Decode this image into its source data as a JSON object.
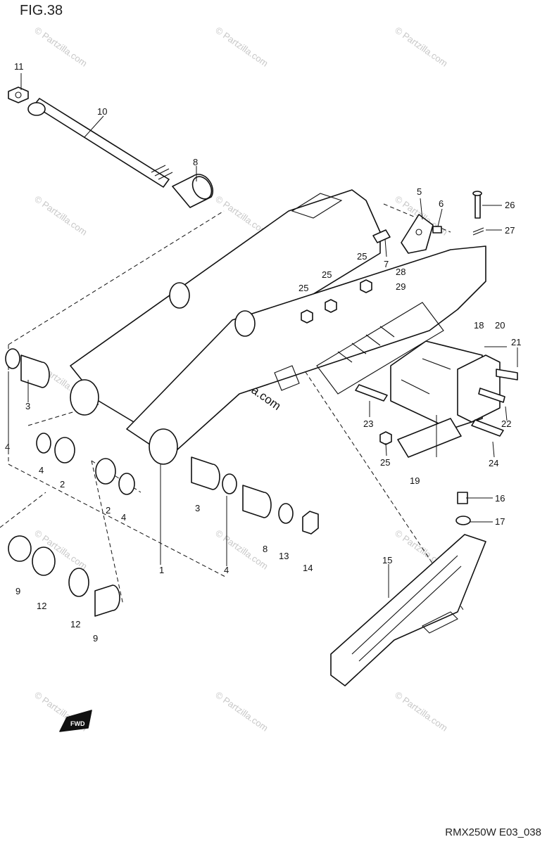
{
  "figure": {
    "title": "FIG.38",
    "drawing_code": "RMX250W E03_038"
  },
  "watermark": {
    "text": "© Partzilla.com",
    "center_text": "© Partzilla.com"
  },
  "badge": {
    "text": "FWD"
  },
  "callouts": [
    {
      "id": "c-1",
      "label": "1"
    },
    {
      "id": "c-2a",
      "label": "2"
    },
    {
      "id": "c-2b",
      "label": "2"
    },
    {
      "id": "c-3a",
      "label": "3"
    },
    {
      "id": "c-3b",
      "label": "3"
    },
    {
      "id": "c-4a",
      "label": "4"
    },
    {
      "id": "c-4b",
      "label": "4"
    },
    {
      "id": "c-4c",
      "label": "4"
    },
    {
      "id": "c-4d",
      "label": "4"
    },
    {
      "id": "c-5",
      "label": "5"
    },
    {
      "id": "c-6",
      "label": "6"
    },
    {
      "id": "c-7",
      "label": "7"
    },
    {
      "id": "c-8a",
      "label": "8"
    },
    {
      "id": "c-8b",
      "label": "8"
    },
    {
      "id": "c-9a",
      "label": "9"
    },
    {
      "id": "c-9b",
      "label": "9"
    },
    {
      "id": "c-10",
      "label": "10"
    },
    {
      "id": "c-11",
      "label": "11"
    },
    {
      "id": "c-12a",
      "label": "12"
    },
    {
      "id": "c-12b",
      "label": "12"
    },
    {
      "id": "c-13",
      "label": "13"
    },
    {
      "id": "c-14",
      "label": "14"
    },
    {
      "id": "c-15",
      "label": "15"
    },
    {
      "id": "c-16",
      "label": "16"
    },
    {
      "id": "c-17",
      "label": "17"
    },
    {
      "id": "c-18",
      "label": "18"
    },
    {
      "id": "c-19",
      "label": "19"
    },
    {
      "id": "c-20",
      "label": "20"
    },
    {
      "id": "c-21",
      "label": "21"
    },
    {
      "id": "c-22",
      "label": "22"
    },
    {
      "id": "c-23",
      "label": "23"
    },
    {
      "id": "c-24",
      "label": "24"
    },
    {
      "id": "c-25a",
      "label": "25"
    },
    {
      "id": "c-25b",
      "label": "25"
    },
    {
      "id": "c-25c",
      "label": "25"
    },
    {
      "id": "c-25d",
      "label": "25"
    },
    {
      "id": "c-26",
      "label": "26"
    },
    {
      "id": "c-27",
      "label": "27"
    },
    {
      "id": "c-28",
      "label": "28"
    },
    {
      "id": "c-29",
      "label": "29"
    }
  ]
}
